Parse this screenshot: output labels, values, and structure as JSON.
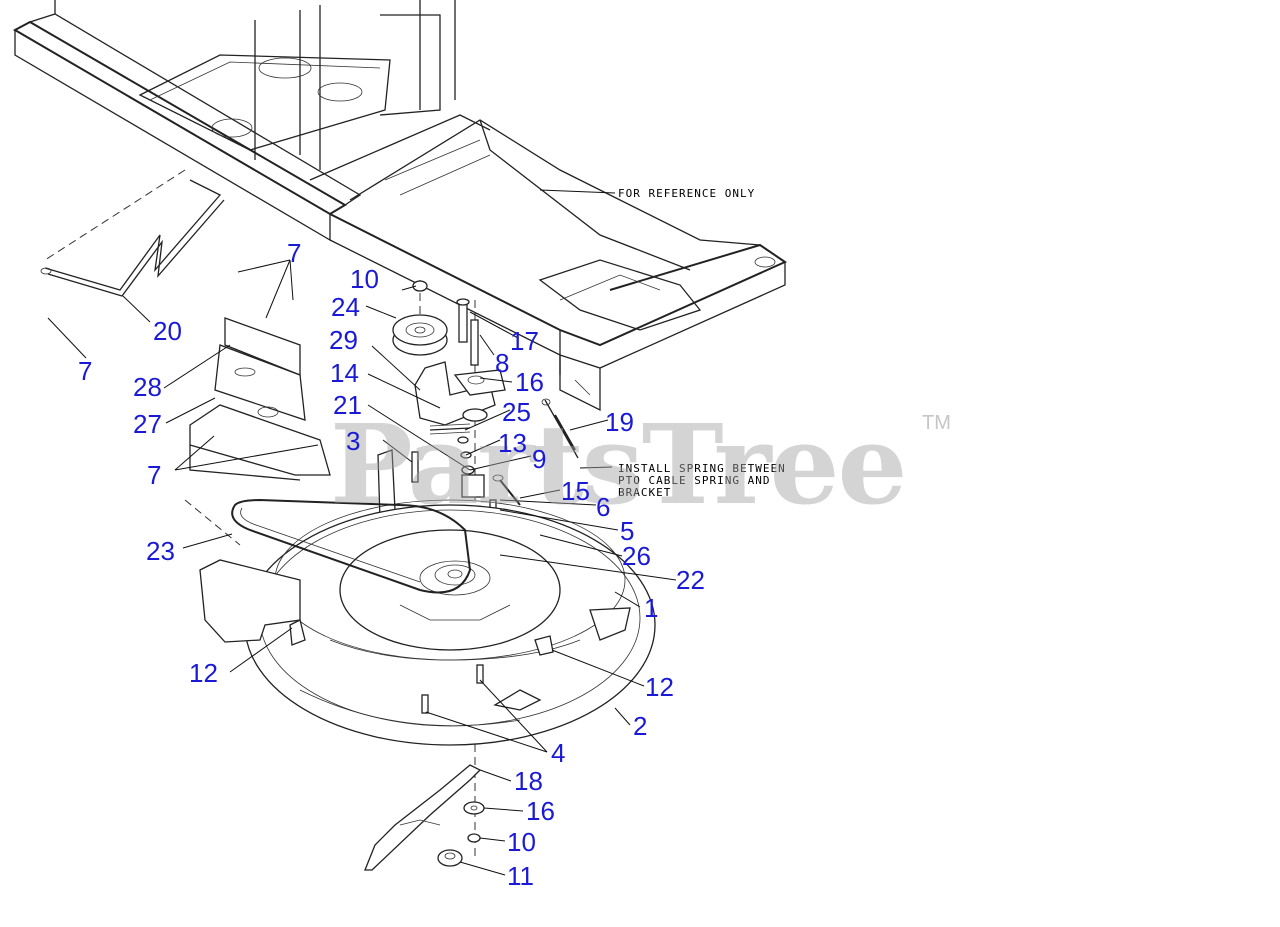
{
  "notes": {
    "reference": "FOR REFERENCE ONLY",
    "install_line1": "INSTALL SPRING BETWEEN",
    "install_line2": "PTO CABLE SPRING AND",
    "install_line3": "BRACKET"
  },
  "watermark": {
    "text": "PartsTree",
    "tm": "TM"
  },
  "callouts": [
    {
      "id": "c-7a",
      "label": "7"
    },
    {
      "id": "c-10a",
      "label": "10"
    },
    {
      "id": "c-24",
      "label": "24"
    },
    {
      "id": "c-20",
      "label": "20"
    },
    {
      "id": "c-7b",
      "label": "7"
    },
    {
      "id": "c-17",
      "label": "17"
    },
    {
      "id": "c-29",
      "label": "29"
    },
    {
      "id": "c-8",
      "label": "8"
    },
    {
      "id": "c-28",
      "label": "28"
    },
    {
      "id": "c-14",
      "label": "14"
    },
    {
      "id": "c-16a",
      "label": "16"
    },
    {
      "id": "c-21",
      "label": "21"
    },
    {
      "id": "c-25",
      "label": "25"
    },
    {
      "id": "c-19",
      "label": "19"
    },
    {
      "id": "c-27",
      "label": "27"
    },
    {
      "id": "c-3",
      "label": "3"
    },
    {
      "id": "c-13",
      "label": "13"
    },
    {
      "id": "c-9",
      "label": "9"
    },
    {
      "id": "c-7c",
      "label": "7"
    },
    {
      "id": "c-15",
      "label": "15"
    },
    {
      "id": "c-6",
      "label": "6"
    },
    {
      "id": "c-5",
      "label": "5"
    },
    {
      "id": "c-23",
      "label": "23"
    },
    {
      "id": "c-26",
      "label": "26"
    },
    {
      "id": "c-22",
      "label": "22"
    },
    {
      "id": "c-1",
      "label": "1"
    },
    {
      "id": "c-12a",
      "label": "12"
    },
    {
      "id": "c-12b",
      "label": "12"
    },
    {
      "id": "c-2",
      "label": "2"
    },
    {
      "id": "c-4",
      "label": "4"
    },
    {
      "id": "c-18",
      "label": "18"
    },
    {
      "id": "c-16b",
      "label": "16"
    },
    {
      "id": "c-10b",
      "label": "10"
    },
    {
      "id": "c-11",
      "label": "11"
    }
  ]
}
